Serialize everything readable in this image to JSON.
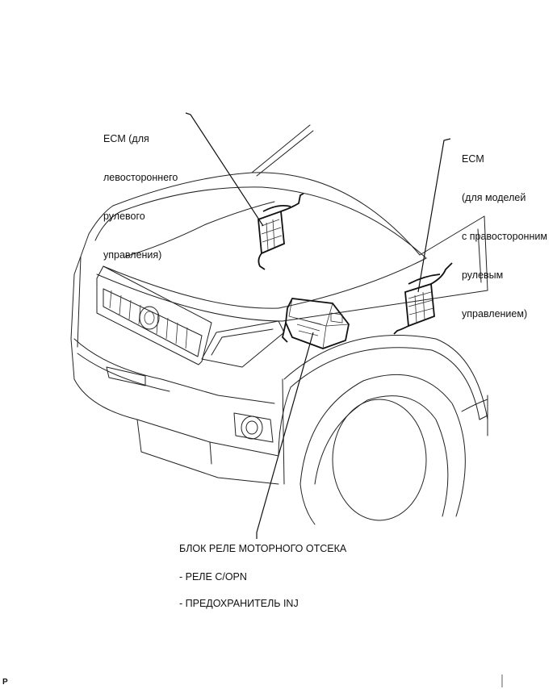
{
  "labels": {
    "ecm_left": [
      "ECM (для",
      "левостороннего",
      "рулевого",
      "управления)"
    ],
    "ecm_right": [
      "ECM",
      "(для моделей",
      "с правосторонним",
      "рулевым",
      "управлением)"
    ],
    "relay_block": {
      "title": "БЛОК РЕЛЕ МОТОРНОГО ОТСЕКА",
      "item1": "- РЕЛЕ C/OPN",
      "item2": "- ПРЕДОХРАНИТЕЛЬ INJ"
    },
    "corner_mark": "P"
  }
}
